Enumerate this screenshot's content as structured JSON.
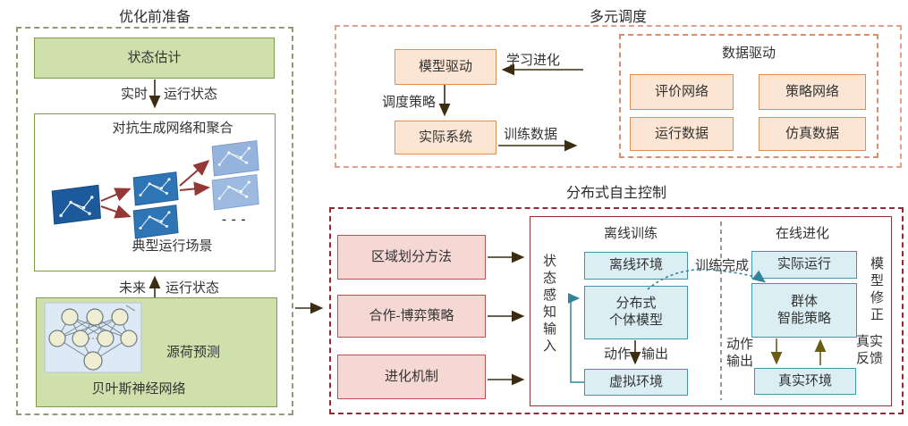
{
  "prep": {
    "title": "优化前准备",
    "state_estimation": "状态估计",
    "realtime_label": "实时",
    "run_state_label": "运行状态",
    "gan_title": "对抗生成网络和聚合",
    "gan_caption": "典型运行场景",
    "ellipsis": "- - -",
    "future_label": "未来",
    "future_state_label": "运行状态",
    "forecast_label": "源荷预测",
    "bayes_label": "贝叶斯神经网络"
  },
  "dispatch": {
    "title": "多元调度",
    "model_driven": "模型驱动",
    "learning_evolution": "学习进化",
    "dispatch_strategy": "调度策略",
    "actual_system": "实际系统",
    "training_data": "训练数据",
    "data_driven": {
      "title": "数据驱动",
      "boxes": [
        "评价网络",
        "策略网络",
        "运行数据",
        "仿真数据"
      ]
    }
  },
  "control": {
    "title": "分布式自主控制",
    "methods": [
      "区域划分方法",
      "合作-博弈策略",
      "进化机制"
    ],
    "state_input": "状态感知输入",
    "training_done": "训练完成",
    "offline": {
      "title": "离线训练",
      "env": "离线环境",
      "model_line1": "分布式",
      "model_line2": "个体模型",
      "action_label": "动作",
      "output_label": "输出",
      "virtual_env": "虚拟环境"
    },
    "online": {
      "title": "在线进化",
      "actual_run": "实际运行",
      "swarm_line1": "群体",
      "swarm_line2": "智能策略",
      "action_line1": "动作",
      "action_line2": "输出",
      "real_env": "真实环境",
      "model_correction": "模型修正",
      "feedback_line1": "真实",
      "feedback_line2": "反馈"
    }
  },
  "colors": {
    "prep_frame": "#8f9c74",
    "green_fill": "#cfe0ac",
    "green_border": "#7f9a48",
    "dispatch_frame": "#e2a090",
    "data_driven_frame": "#d88e6e",
    "peach_fill": "#fce6d3",
    "peach_border": "#dd8f57",
    "control_frame": "#9e2436",
    "inner_border": "#8e3434",
    "pink_fill": "#f5d7d3",
    "pink_border": "#c0504d",
    "blue_fill": "#daeef3",
    "blue_border": "#4596a8",
    "teal_line": "#31849b",
    "red_arrow": "#953735",
    "dark_arrow": "#3a2d12",
    "olive_arrow": "#6b5c15"
  }
}
